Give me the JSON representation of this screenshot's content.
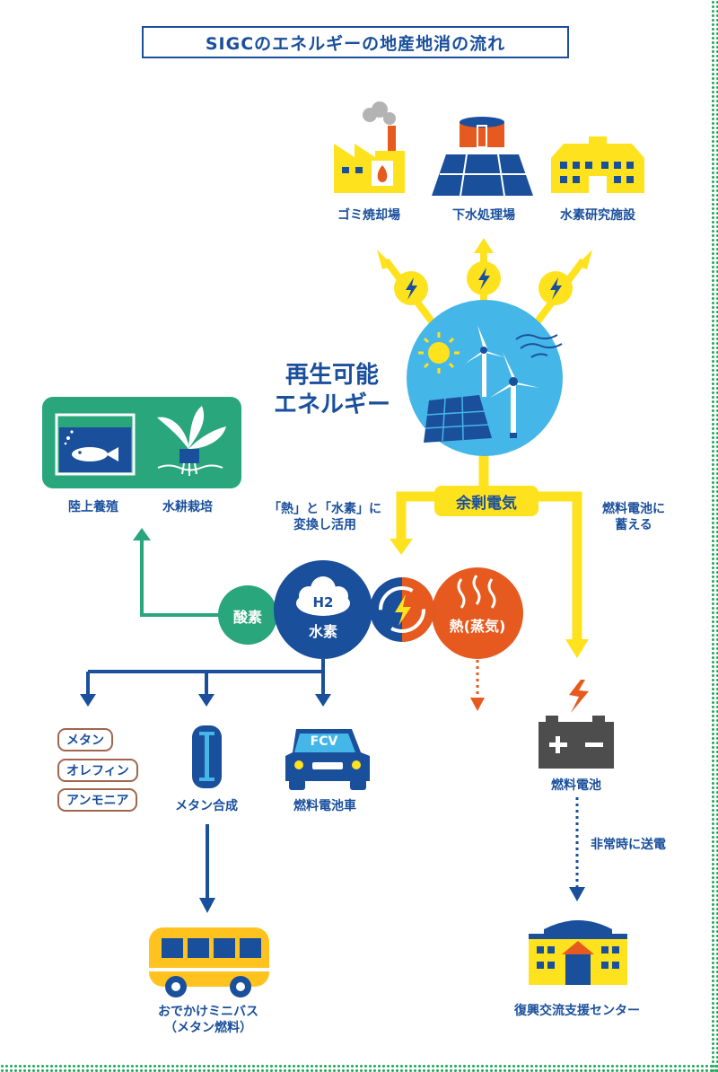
{
  "title": "SIGCのエネルギーの地産地消の流れ",
  "facilities": {
    "garbage": "ゴミ焼却場",
    "sewage": "下水処理場",
    "hydrogen_lab": "水素研究施設"
  },
  "renewable": {
    "line1": "再生可能",
    "line2": "エネルギー"
  },
  "surplus": "余剰電気",
  "convert_note": {
    "line1": "「熱」と「水素」に",
    "line2": "変換し活用"
  },
  "store_note": {
    "line1": "燃料電池に",
    "line2": "蓄える"
  },
  "aqua": {
    "land_farming": "陸上養殖",
    "hydroponics": "水耕栽培"
  },
  "oxygen": "酸素",
  "hydrogen": {
    "formula": "H2",
    "label": "水素"
  },
  "heat": "熱(蒸気)",
  "products": [
    "メタン",
    "オレフィン",
    "アンモニア"
  ],
  "methane_synthesis": "メタン合成",
  "fcv": {
    "badge": "FCV",
    "label": "燃料電池車"
  },
  "bus": {
    "line1": "おでかけミニバス",
    "line2": "（メタン燃料）"
  },
  "battery": "燃料電池",
  "emergency": "非常時に送電",
  "center": "復興交流支援センター",
  "colors": {
    "navy": "#1a4f9c",
    "yellow": "#ffe21e",
    "sky": "#45b6e8",
    "green": "#2aa67c",
    "orange": "#e65a1f",
    "dots": "#2aa85e"
  }
}
